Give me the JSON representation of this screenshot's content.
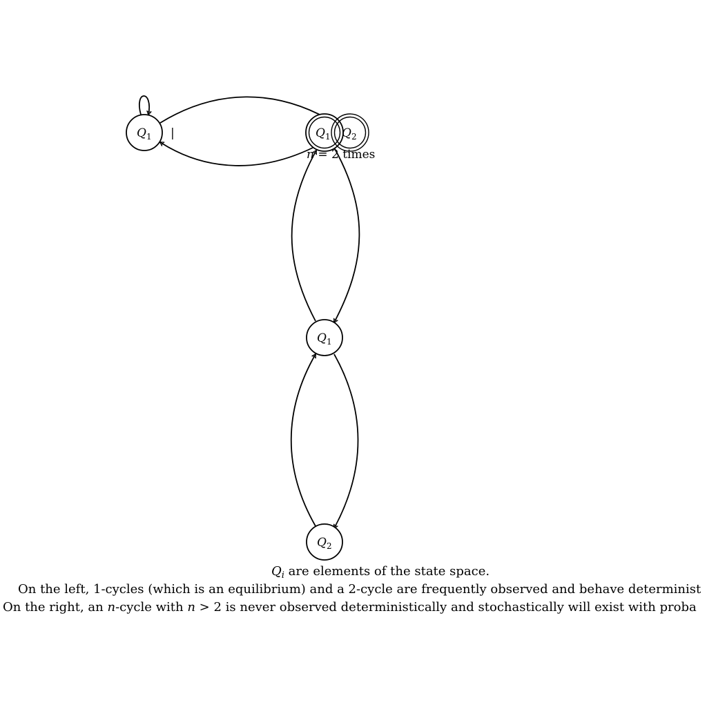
{
  "nodes": [
    {
      "id": "left-q1",
      "letter": "Q",
      "sub": "1",
      "accepting": false
    },
    {
      "id": "stack-q1",
      "letter": "Q",
      "sub": "1",
      "accepting": true
    },
    {
      "id": "stack-q2",
      "letter": "Q",
      "sub": "2",
      "accepting": true
    },
    {
      "id": "right-q1",
      "letter": "Q",
      "sub": "1",
      "accepting": false
    },
    {
      "id": "right-q2",
      "letter": "Q",
      "sub": "2",
      "accepting": false
    }
  ],
  "edges": [
    {
      "id": "left-self-loop",
      "from": "left-q1",
      "to": "left-q1"
    },
    {
      "id": "left-to-stack",
      "from": "left-q1",
      "to": "stack-q1"
    },
    {
      "id": "stack-to-left",
      "from": "stack-q1",
      "to": "left-q1"
    },
    {
      "id": "stack-to-right-q1",
      "from": "stack-q2",
      "to": "right-q1"
    },
    {
      "id": "right-q1-to-stack",
      "from": "right-q1",
      "to": "stack-q1"
    },
    {
      "id": "right-q1-to-q2",
      "from": "right-q1",
      "to": "right-q2"
    },
    {
      "id": "right-q2-to-q1",
      "from": "right-q2",
      "to": "right-q1"
    }
  ],
  "labels": {
    "separator": "|",
    "repeat_n": "n",
    "repeat_rest": " = 2 times"
  },
  "caption": {
    "line1_math": "Q",
    "line1_sub": "i",
    "line1_text": " are elements of the state space.",
    "line2": "On the left, 1-cycles (which is an equilibrium) and a 2-cycle are frequently observed and behave determinist",
    "line3_a": "On the right, an ",
    "line3_n": "n",
    "line3_b": "-cycle with ",
    "line3_n2": "n",
    "line3_c": " > 2 is never observed deterministically and stochastically will exist with proba"
  }
}
